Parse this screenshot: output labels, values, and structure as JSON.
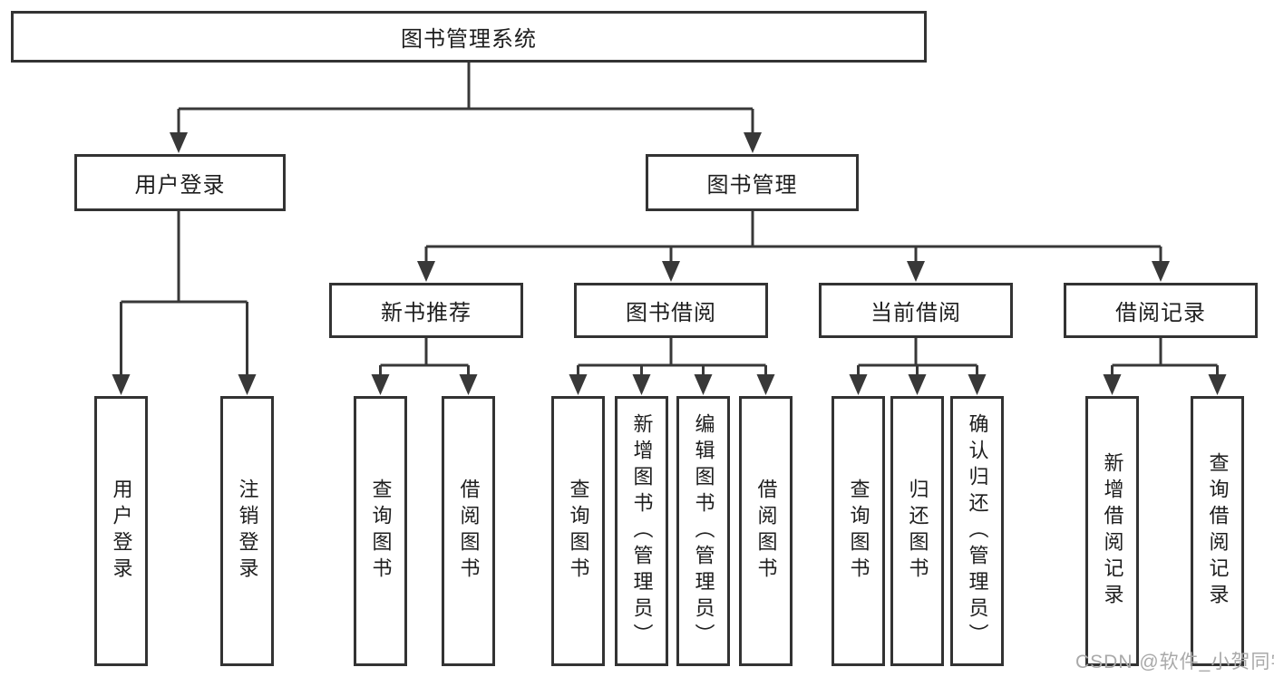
{
  "diagram": {
    "type": "hierarchy-tree",
    "root": {
      "label": "图书管理系统"
    },
    "level2": [
      {
        "label": "用户登录",
        "parent": "图书管理系统"
      },
      {
        "label": "图书管理",
        "parent": "图书管理系统"
      }
    ],
    "level3": [
      {
        "label": "新书推荐",
        "parent": "图书管理"
      },
      {
        "label": "图书借阅",
        "parent": "图书管理"
      },
      {
        "label": "当前借阅",
        "parent": "图书管理"
      },
      {
        "label": "借阅记录",
        "parent": "图书管理"
      }
    ],
    "leaves": [
      {
        "label": "用户登录",
        "parent": "用户登录"
      },
      {
        "label": "注销登录",
        "parent": "用户登录"
      },
      {
        "label": "查询图书",
        "parent": "新书推荐"
      },
      {
        "label": "借阅图书",
        "parent": "新书推荐"
      },
      {
        "label": "查询图书",
        "parent": "图书借阅"
      },
      {
        "label": "新增图书（管理员）",
        "parent": "图书借阅"
      },
      {
        "label": "编辑图书（管理员）",
        "parent": "图书借阅"
      },
      {
        "label": "借阅图书",
        "parent": "图书借阅"
      },
      {
        "label": "查询图书",
        "parent": "当前借阅"
      },
      {
        "label": "归还图书",
        "parent": "当前借阅"
      },
      {
        "label": "确认归还（管理员）",
        "parent": "当前借阅"
      },
      {
        "label": "新增借阅记录",
        "parent": "借阅记录"
      },
      {
        "label": "查询借阅记录",
        "parent": "借阅记录"
      }
    ],
    "colors": {
      "line": "#383838",
      "box_border": "#333333",
      "text": "#1e1e1e",
      "background": "#ffffff",
      "watermark": "#a9a9a9"
    },
    "watermark": {
      "text": "CSDN @软件_小贺同学"
    }
  }
}
